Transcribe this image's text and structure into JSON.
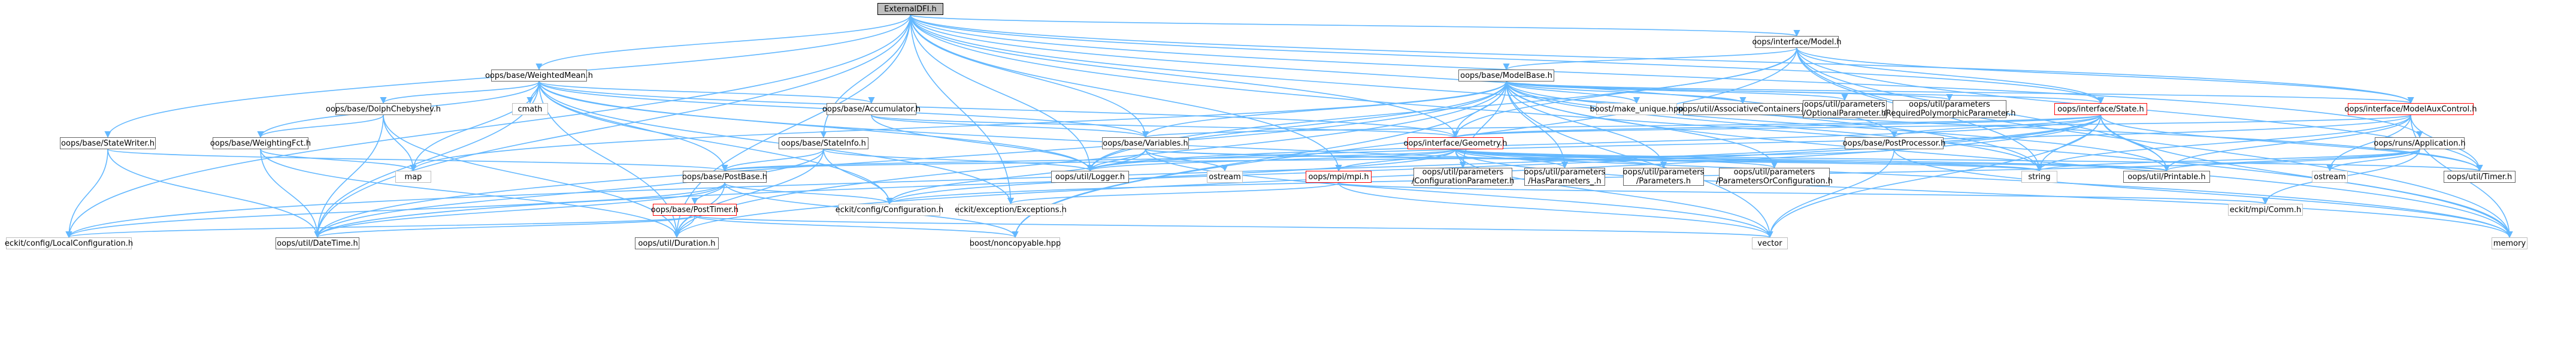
{
  "graph": {
    "title": "ExternalDFI.h",
    "nodes": [
      {
        "id": "root",
        "label": "ExternalDFI.h",
        "kind": "current"
      },
      {
        "id": "ifModel",
        "label": "oops/interface/Model.h",
        "kind": "link"
      },
      {
        "id": "weightedMean",
        "label": "oops/base/WeightedMean.h",
        "kind": "link"
      },
      {
        "id": "modelBase",
        "label": "oops/base/ModelBase.h",
        "kind": "link"
      },
      {
        "id": "dolph",
        "label": "oops/base/DolphChebyshev.h",
        "kind": "link"
      },
      {
        "id": "cmath",
        "label": "cmath",
        "kind": "plain"
      },
      {
        "id": "accumulator",
        "label": "oops/base/Accumulator.h",
        "kind": "link"
      },
      {
        "id": "makeUnique",
        "label": "boost/make_unique.hpp",
        "kind": "plain"
      },
      {
        "id": "assoc",
        "label": "oops/util/AssociativeContainers.h",
        "kind": "link"
      },
      {
        "id": "optParam",
        "label": "oops/util/parameters\n/OptionalParameter.h",
        "kind": "link"
      },
      {
        "id": "reqPoly",
        "label": "oops/util/parameters\n/RequiredPolymorphicParameter.h",
        "kind": "link"
      },
      {
        "id": "ifState",
        "label": "oops/interface/State.h",
        "kind": "red"
      },
      {
        "id": "ifModelAux",
        "label": "oops/interface/ModelAuxControl.h",
        "kind": "red"
      },
      {
        "id": "stateWriter",
        "label": "oops/base/StateWriter.h",
        "kind": "link"
      },
      {
        "id": "weightingFct",
        "label": "oops/base/WeightingFct.h",
        "kind": "link"
      },
      {
        "id": "stateInfo",
        "label": "oops/base/StateInfo.h",
        "kind": "link"
      },
      {
        "id": "variables",
        "label": "oops/base/Variables.h",
        "kind": "link"
      },
      {
        "id": "ifGeometry",
        "label": "oops/interface/Geometry.h",
        "kind": "red"
      },
      {
        "id": "postProc",
        "label": "oops/base/PostProcessor.h",
        "kind": "link"
      },
      {
        "id": "application",
        "label": "oops/runs/Application.h",
        "kind": "link"
      },
      {
        "id": "map",
        "label": "map",
        "kind": "plain"
      },
      {
        "id": "postBase",
        "label": "oops/base/PostBase.h",
        "kind": "link"
      },
      {
        "id": "logger",
        "label": "oops/util/Logger.h",
        "kind": "link"
      },
      {
        "id": "ostream1",
        "label": "ostream",
        "kind": "plain"
      },
      {
        "id": "mpi",
        "label": "oops/mpi/mpi.h",
        "kind": "red"
      },
      {
        "id": "confParam",
        "label": "oops/util/parameters\n/ConfigurationParameter.h",
        "kind": "link"
      },
      {
        "id": "hasParams",
        "label": "oops/util/parameters\n/HasParameters_.h",
        "kind": "link"
      },
      {
        "id": "params",
        "label": "oops/util/parameters\n/Parameters.h",
        "kind": "link"
      },
      {
        "id": "paramsOrConf",
        "label": "oops/util/parameters\n/ParametersOrConfiguration.h",
        "kind": "link"
      },
      {
        "id": "string",
        "label": "string",
        "kind": "plain"
      },
      {
        "id": "printable",
        "label": "oops/util/Printable.h",
        "kind": "link"
      },
      {
        "id": "ostream2",
        "label": "ostream",
        "kind": "plain"
      },
      {
        "id": "timer",
        "label": "oops/util/Timer.h",
        "kind": "link"
      },
      {
        "id": "postTimer",
        "label": "oops/base/PostTimer.h",
        "kind": "red"
      },
      {
        "id": "eckitConf",
        "label": "eckit/config/Configuration.h",
        "kind": "plain"
      },
      {
        "id": "eckitExc",
        "label": "eckit/exception/Exceptions.h",
        "kind": "plain"
      },
      {
        "id": "eckitComm",
        "label": "eckit/mpi/Comm.h",
        "kind": "plain"
      },
      {
        "id": "localConf",
        "label": "eckit/config/LocalConfiguration.h",
        "kind": "plain"
      },
      {
        "id": "dateTime",
        "label": "oops/util/DateTime.h",
        "kind": "link"
      },
      {
        "id": "duration",
        "label": "oops/util/Duration.h",
        "kind": "link"
      },
      {
        "id": "noncopyable",
        "label": "boost/noncopyable.hpp",
        "kind": "plain"
      },
      {
        "id": "vector",
        "label": "vector",
        "kind": "plain"
      },
      {
        "id": "memory",
        "label": "memory",
        "kind": "plain"
      }
    ],
    "edges": [
      [
        "root",
        "ifModel"
      ],
      [
        "root",
        "weightedMean"
      ],
      [
        "root",
        "stateWriter"
      ],
      [
        "root",
        "stateInfo"
      ],
      [
        "root",
        "variables"
      ],
      [
        "root",
        "ifGeometry"
      ],
      [
        "root",
        "ifState"
      ],
      [
        "root",
        "ifModelAux"
      ],
      [
        "root",
        "application"
      ],
      [
        "root",
        "postProc"
      ],
      [
        "root",
        "logger"
      ],
      [
        "root",
        "mpi"
      ],
      [
        "root",
        "dateTime"
      ],
      [
        "root",
        "duration"
      ],
      [
        "root",
        "localConf"
      ],
      [
        "root",
        "eckitExc"
      ],
      [
        "root",
        "string"
      ],
      [
        "root",
        "memory"
      ],
      [
        "ifModel",
        "modelBase"
      ],
      [
        "ifModel",
        "ifState"
      ],
      [
        "ifModel",
        "ifModelAux"
      ],
      [
        "ifModel",
        "ifGeometry"
      ],
      [
        "ifModel",
        "logger"
      ],
      [
        "ifModel",
        "printable"
      ],
      [
        "ifModel",
        "timer"
      ],
      [
        "ifModel",
        "string"
      ],
      [
        "ifModel",
        "memory"
      ],
      [
        "ifModel",
        "noncopyable"
      ],
      [
        "weightedMean",
        "dolph"
      ],
      [
        "weightedMean",
        "cmath"
      ],
      [
        "weightedMean",
        "accumulator"
      ],
      [
        "weightedMean",
        "weightingFct"
      ],
      [
        "weightedMean",
        "postBase"
      ],
      [
        "weightedMean",
        "map"
      ],
      [
        "weightedMean",
        "dateTime"
      ],
      [
        "weightedMean",
        "duration"
      ],
      [
        "weightedMean",
        "eckitExc"
      ],
      [
        "weightedMean",
        "eckitConf"
      ],
      [
        "weightedMean",
        "ifGeometry"
      ],
      [
        "weightedMean",
        "variables"
      ],
      [
        "weightedMean",
        "logger"
      ],
      [
        "weightedMean",
        "memory"
      ],
      [
        "modelBase",
        "makeUnique"
      ],
      [
        "modelBase",
        "assoc"
      ],
      [
        "modelBase",
        "optParam"
      ],
      [
        "modelBase",
        "reqPoly"
      ],
      [
        "modelBase",
        "ifState"
      ],
      [
        "modelBase",
        "ifModelAux"
      ],
      [
        "modelBase",
        "ifGeometry"
      ],
      [
        "modelBase",
        "variables"
      ],
      [
        "modelBase",
        "confParam"
      ],
      [
        "modelBase",
        "hasParams"
      ],
      [
        "modelBase",
        "params"
      ],
      [
        "modelBase",
        "paramsOrConf"
      ],
      [
        "modelBase",
        "logger"
      ],
      [
        "modelBase",
        "printable"
      ],
      [
        "modelBase",
        "string"
      ],
      [
        "modelBase",
        "map"
      ],
      [
        "modelBase",
        "noncopyable"
      ],
      [
        "modelBase",
        "vector"
      ],
      [
        "modelBase",
        "dateTime"
      ],
      [
        "modelBase",
        "duration"
      ],
      [
        "modelBase",
        "timer"
      ],
      [
        "modelBase",
        "memory"
      ],
      [
        "dolph",
        "weightingFct"
      ],
      [
        "dolph",
        "map"
      ],
      [
        "dolph",
        "dateTime"
      ],
      [
        "dolph",
        "duration"
      ],
      [
        "accumulator",
        "variables"
      ],
      [
        "accumulator",
        "ifGeometry"
      ],
      [
        "accumulator",
        "logger"
      ],
      [
        "ifState",
        "ifGeometry"
      ],
      [
        "ifState",
        "variables"
      ],
      [
        "ifState",
        "postProc"
      ],
      [
        "ifState",
        "printable"
      ],
      [
        "ifState",
        "string"
      ],
      [
        "ifState",
        "timer"
      ],
      [
        "ifState",
        "logger"
      ],
      [
        "ifState",
        "memory"
      ],
      [
        "ifState",
        "vector"
      ],
      [
        "ifState",
        "dateTime"
      ],
      [
        "ifState",
        "duration"
      ],
      [
        "ifState",
        "localConf"
      ],
      [
        "ifModelAux",
        "ifGeometry"
      ],
      [
        "ifModelAux",
        "printable"
      ],
      [
        "ifModelAux",
        "timer"
      ],
      [
        "ifModelAux",
        "string"
      ],
      [
        "ifModelAux",
        "ostream2"
      ],
      [
        "ifModelAux",
        "memory"
      ],
      [
        "ifModelAux",
        "logger"
      ],
      [
        "stateWriter",
        "postBase"
      ],
      [
        "stateWriter",
        "localConf"
      ],
      [
        "stateWriter",
        "dateTime"
      ],
      [
        "weightingFct",
        "map"
      ],
      [
        "weightingFct",
        "dateTime"
      ],
      [
        "weightingFct",
        "duration"
      ],
      [
        "stateInfo",
        "postBase"
      ],
      [
        "stateInfo",
        "logger"
      ],
      [
        "stateInfo",
        "eckitConf"
      ],
      [
        "stateInfo",
        "dateTime"
      ],
      [
        "stateInfo",
        "duration"
      ],
      [
        "variables",
        "ostream1"
      ],
      [
        "variables",
        "string"
      ],
      [
        "variables",
        "vector"
      ],
      [
        "variables",
        "printable"
      ],
      [
        "variables",
        "eckitConf"
      ],
      [
        "variables",
        "logger"
      ],
      [
        "ifGeometry",
        "mpi"
      ],
      [
        "ifGeometry",
        "confParam"
      ],
      [
        "ifGeometry",
        "hasParams"
      ],
      [
        "ifGeometry",
        "params"
      ],
      [
        "ifGeometry",
        "paramsOrConf"
      ],
      [
        "ifGeometry",
        "string"
      ],
      [
        "ifGeometry",
        "printable"
      ],
      [
        "ifGeometry",
        "timer"
      ],
      [
        "ifGeometry",
        "logger"
      ],
      [
        "ifGeometry",
        "memory"
      ],
      [
        "ifGeometry",
        "vector"
      ],
      [
        "ifGeometry",
        "postBase"
      ],
      [
        "ifGeometry",
        "eckitConf"
      ],
      [
        "postProc",
        "postBase"
      ],
      [
        "postProc",
        "vector"
      ],
      [
        "postProc",
        "memory"
      ],
      [
        "application",
        "string"
      ],
      [
        "application",
        "ostream2"
      ],
      [
        "application",
        "printable"
      ],
      [
        "application",
        "eckitComm"
      ],
      [
        "application",
        "eckitConf"
      ],
      [
        "postBase",
        "postTimer"
      ],
      [
        "postBase",
        "eckitConf"
      ],
      [
        "postBase",
        "dateTime"
      ],
      [
        "postBase",
        "duration"
      ],
      [
        "postBase",
        "noncopyable"
      ],
      [
        "postBase",
        "localConf"
      ],
      [
        "mpi",
        "eckitComm"
      ],
      [
        "mpi",
        "vector"
      ],
      [
        "mpi",
        "eckitExc"
      ],
      [
        "postTimer",
        "dateTime"
      ],
      [
        "postTimer",
        "duration"
      ],
      [
        "postTimer",
        "noncopyable"
      ],
      [
        "postTimer",
        "vector"
      ],
      [
        "postTimer",
        "localConf"
      ]
    ]
  }
}
